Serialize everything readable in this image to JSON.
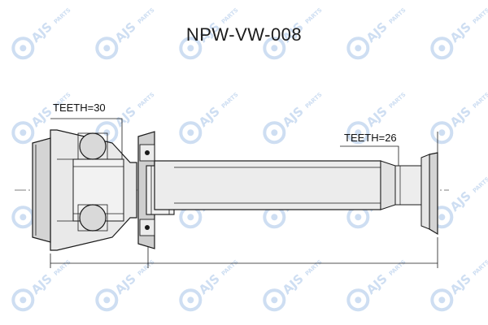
{
  "header": {
    "part_number": "NPW-VW-008"
  },
  "annotations": {
    "teeth_inner_joint": "TEETH=30",
    "teeth_shaft_end": "TEETH=26"
  },
  "watermark": {
    "brand_text": "AJS PARTS",
    "icon": "ajs-parts-logo-icon"
  },
  "colors": {
    "line": "#1a1a1a",
    "fill_light": "#e9e9e9",
    "fill_mid": "#d4d4d4",
    "watermark": "#c6d9f0"
  }
}
